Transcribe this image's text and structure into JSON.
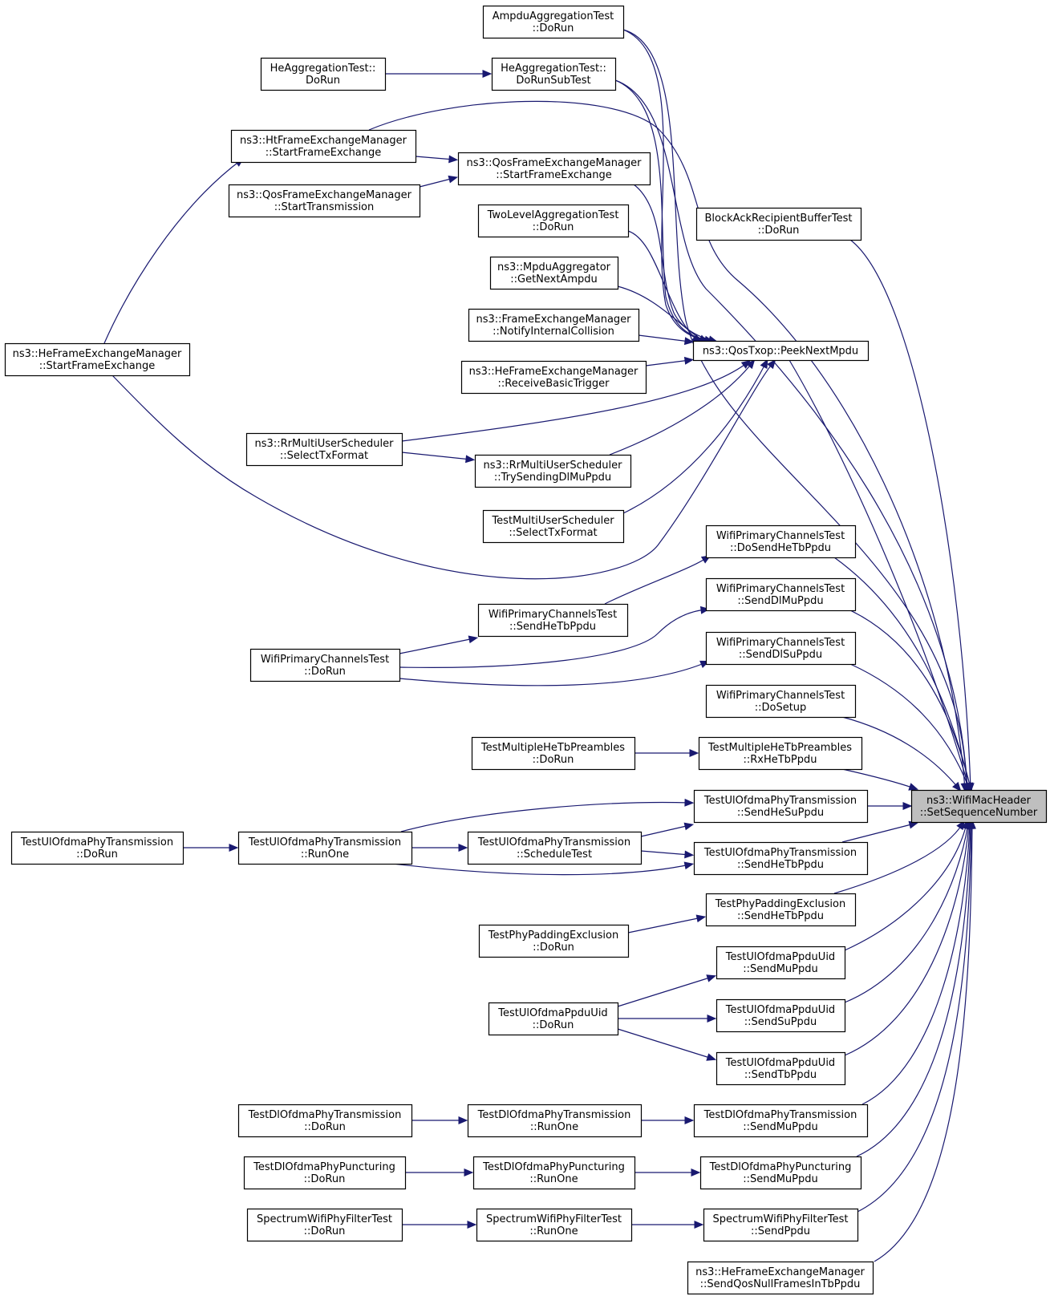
{
  "diagram": {
    "kind": "caller-graph",
    "nodes": [
      {
        "id": "n0",
        "lines": [
          "ns3::WifiMacHeader",
          "::SetSequenceNumber"
        ],
        "target": true
      },
      {
        "id": "n1",
        "lines": [
          "AmpduAggregationTest",
          "::DoRun"
        ]
      },
      {
        "id": "n2",
        "lines": [
          "HeAggregationTest::",
          "DoRunSubTest"
        ]
      },
      {
        "id": "n3",
        "lines": [
          "HeAggregationTest::",
          "DoRun"
        ]
      },
      {
        "id": "n4",
        "lines": [
          "ns3::HtFrameExchangeManager",
          "::StartFrameExchange"
        ]
      },
      {
        "id": "n5",
        "lines": [
          "ns3::QosFrameExchangeManager",
          "::StartFrameExchange"
        ]
      },
      {
        "id": "n6",
        "lines": [
          "ns3::QosFrameExchangeManager",
          "::StartTransmission"
        ]
      },
      {
        "id": "n7",
        "lines": [
          "ns3::HeFrameExchangeManager",
          "::StartFrameExchange"
        ]
      },
      {
        "id": "n8",
        "lines": [
          "BlockAckRecipientBufferTest",
          "::DoRun"
        ]
      },
      {
        "id": "n9",
        "lines": [
          "TwoLevelAggregationTest",
          "::DoRun"
        ]
      },
      {
        "id": "n10",
        "lines": [
          "ns3::MpduAggregator",
          "::GetNextAmpdu"
        ]
      },
      {
        "id": "n11",
        "lines": [
          "ns3::FrameExchangeManager",
          "::NotifyInternalCollision"
        ]
      },
      {
        "id": "n12",
        "lines": [
          "ns3::QosTxop::PeekNextMpdu"
        ]
      },
      {
        "id": "n13",
        "lines": [
          "ns3::HeFrameExchangeManager",
          "::ReceiveBasicTrigger"
        ]
      },
      {
        "id": "n14",
        "lines": [
          "ns3::RrMultiUserScheduler",
          "::SelectTxFormat"
        ]
      },
      {
        "id": "n15",
        "lines": [
          "ns3::RrMultiUserScheduler",
          "::TrySendingDlMuPpdu"
        ]
      },
      {
        "id": "n16",
        "lines": [
          "TestMultiUserScheduler",
          "::SelectTxFormat"
        ]
      },
      {
        "id": "n17",
        "lines": [
          "WifiPrimaryChannelsTest",
          "::DoSendHeTbPpdu"
        ]
      },
      {
        "id": "n18",
        "lines": [
          "WifiPrimaryChannelsTest",
          "::SendHeTbPpdu"
        ]
      },
      {
        "id": "n19",
        "lines": [
          "WifiPrimaryChannelsTest",
          "::DoRun"
        ]
      },
      {
        "id": "n20",
        "lines": [
          "WifiPrimaryChannelsTest",
          "::SendDlMuPpdu"
        ]
      },
      {
        "id": "n21",
        "lines": [
          "WifiPrimaryChannelsTest",
          "::SendDlSuPpdu"
        ]
      },
      {
        "id": "n22",
        "lines": [
          "WifiPrimaryChannelsTest",
          "::DoSetup"
        ]
      },
      {
        "id": "n23",
        "lines": [
          "TestMultipleHeTbPreambles",
          "::DoRun"
        ]
      },
      {
        "id": "n24",
        "lines": [
          "TestMultipleHeTbPreambles",
          "::RxHeTbPpdu"
        ]
      },
      {
        "id": "n25",
        "lines": [
          "TestUlOfdmaPhyTransmission",
          "::SendHeSuPpdu"
        ]
      },
      {
        "id": "n26",
        "lines": [
          "TestUlOfdmaPhyTransmission",
          "::DoRun"
        ]
      },
      {
        "id": "n27",
        "lines": [
          "TestUlOfdmaPhyTransmission",
          "::RunOne"
        ]
      },
      {
        "id": "n28",
        "lines": [
          "TestUlOfdmaPhyTransmission",
          "::ScheduleTest"
        ]
      },
      {
        "id": "n29",
        "lines": [
          "TestUlOfdmaPhyTransmission",
          "::SendHeTbPpdu"
        ]
      },
      {
        "id": "n30",
        "lines": [
          "TestPhyPaddingExclusion",
          "::SendHeTbPpdu"
        ]
      },
      {
        "id": "n31",
        "lines": [
          "TestPhyPaddingExclusion",
          "::DoRun"
        ]
      },
      {
        "id": "n32",
        "lines": [
          "TestUlOfdmaPpduUid",
          "::SendMuPpdu"
        ]
      },
      {
        "id": "n33",
        "lines": [
          "TestUlOfdmaPpduUid",
          "::DoRun"
        ]
      },
      {
        "id": "n34",
        "lines": [
          "TestUlOfdmaPpduUid",
          "::SendSuPpdu"
        ]
      },
      {
        "id": "n35",
        "lines": [
          "TestUlOfdmaPpduUid",
          "::SendTbPpdu"
        ]
      },
      {
        "id": "n36",
        "lines": [
          "TestDlOfdmaPhyTransmission",
          "::DoRun"
        ]
      },
      {
        "id": "n37",
        "lines": [
          "TestDlOfdmaPhyTransmission",
          "::RunOne"
        ]
      },
      {
        "id": "n38",
        "lines": [
          "TestDlOfdmaPhyTransmission",
          "::SendMuPpdu"
        ]
      },
      {
        "id": "n39",
        "lines": [
          "TestDlOfdmaPhyPuncturing",
          "::DoRun"
        ]
      },
      {
        "id": "n40",
        "lines": [
          "TestDlOfdmaPhyPuncturing",
          "::RunOne"
        ]
      },
      {
        "id": "n41",
        "lines": [
          "TestDlOfdmaPhyPuncturing",
          "::SendMuPpdu"
        ]
      },
      {
        "id": "n42",
        "lines": [
          "SpectrumWifiPhyFilterTest",
          "::DoRun"
        ]
      },
      {
        "id": "n43",
        "lines": [
          "SpectrumWifiPhyFilterTest",
          "::RunOne"
        ]
      },
      {
        "id": "n44",
        "lines": [
          "SpectrumWifiPhyFilterTest",
          "::SendPpdu"
        ]
      },
      {
        "id": "n45",
        "lines": [
          "ns3::HeFrameExchangeManager",
          "::SendQosNullFramesInTbPpdu"
        ]
      }
    ],
    "edges": [
      {
        "from": "n1",
        "to": "n0"
      },
      {
        "from": "n2",
        "to": "n0"
      },
      {
        "from": "n8",
        "to": "n0"
      },
      {
        "from": "n12",
        "to": "n0"
      },
      {
        "from": "n17",
        "to": "n0"
      },
      {
        "from": "n20",
        "to": "n0"
      },
      {
        "from": "n21",
        "to": "n0"
      },
      {
        "from": "n22",
        "to": "n0"
      },
      {
        "from": "n24",
        "to": "n0"
      },
      {
        "from": "n25",
        "to": "n0"
      },
      {
        "from": "n29",
        "to": "n0"
      },
      {
        "from": "n30",
        "to": "n0"
      },
      {
        "from": "n32",
        "to": "n0"
      },
      {
        "from": "n34",
        "to": "n0"
      },
      {
        "from": "n35",
        "to": "n0"
      },
      {
        "from": "n38",
        "to": "n0"
      },
      {
        "from": "n41",
        "to": "n0"
      },
      {
        "from": "n44",
        "to": "n0"
      },
      {
        "from": "n45",
        "to": "n0"
      },
      {
        "from": "n4",
        "to": "n0"
      },
      {
        "from": "n3",
        "to": "n2"
      },
      {
        "from": "n1",
        "to": "n12"
      },
      {
        "from": "n2",
        "to": "n12"
      },
      {
        "from": "n5",
        "to": "n12"
      },
      {
        "from": "n9",
        "to": "n12"
      },
      {
        "from": "n10",
        "to": "n12"
      },
      {
        "from": "n11",
        "to": "n12"
      },
      {
        "from": "n13",
        "to": "n12"
      },
      {
        "from": "n14",
        "to": "n12"
      },
      {
        "from": "n15",
        "to": "n12"
      },
      {
        "from": "n16",
        "to": "n12"
      },
      {
        "from": "n7",
        "to": "n12"
      },
      {
        "from": "n4",
        "to": "n5"
      },
      {
        "from": "n6",
        "to": "n5"
      },
      {
        "from": "n7",
        "to": "n4"
      },
      {
        "from": "n14",
        "to": "n15"
      },
      {
        "from": "n18",
        "to": "n17"
      },
      {
        "from": "n19",
        "to": "n18"
      },
      {
        "from": "n19",
        "to": "n20"
      },
      {
        "from": "n19",
        "to": "n21"
      },
      {
        "from": "n23",
        "to": "n24"
      },
      {
        "from": "n26",
        "to": "n27"
      },
      {
        "from": "n27",
        "to": "n25"
      },
      {
        "from": "n27",
        "to": "n28"
      },
      {
        "from": "n27",
        "to": "n29"
      },
      {
        "from": "n28",
        "to": "n25"
      },
      {
        "from": "n28",
        "to": "n29"
      },
      {
        "from": "n31",
        "to": "n30"
      },
      {
        "from": "n33",
        "to": "n32"
      },
      {
        "from": "n33",
        "to": "n34"
      },
      {
        "from": "n33",
        "to": "n35"
      },
      {
        "from": "n36",
        "to": "n37"
      },
      {
        "from": "n37",
        "to": "n38"
      },
      {
        "from": "n39",
        "to": "n40"
      },
      {
        "from": "n40",
        "to": "n41"
      },
      {
        "from": "n42",
        "to": "n43"
      },
      {
        "from": "n43",
        "to": "n44"
      }
    ]
  }
}
